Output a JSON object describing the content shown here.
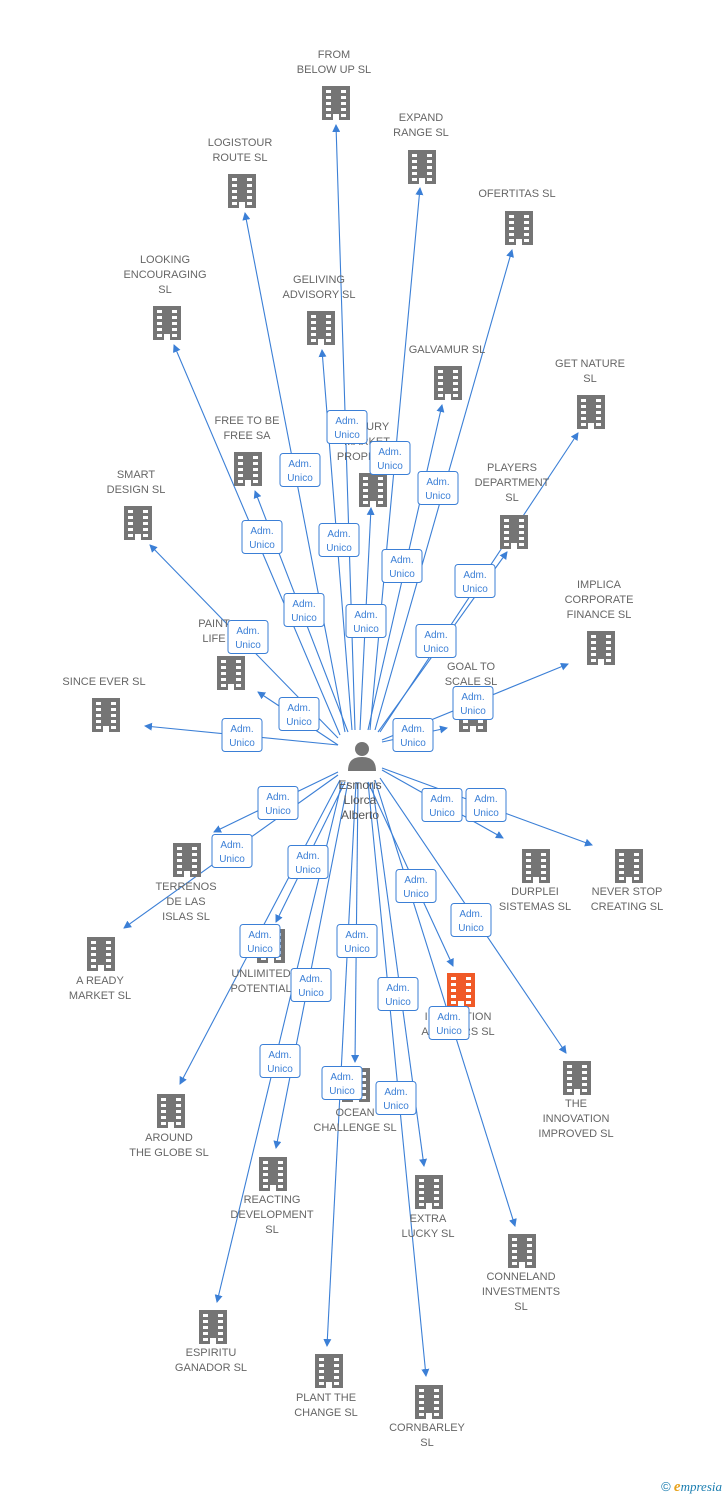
{
  "center": {
    "name_lines": [
      "Esmoris",
      "Llorca",
      "Alberto"
    ],
    "icon": "person-icon"
  },
  "badge_lines": [
    "Adm.",
    "Unico"
  ],
  "colors": {
    "edge": "#3b7fd6",
    "node": "#757575",
    "highlight": "#f05a28",
    "label": "#666666"
  },
  "footer": {
    "copyright": "©",
    "brand_initial": "e",
    "brand_rest": "mpresia"
  },
  "nodes": [
    {
      "id": "from-below-up",
      "lines": [
        "FROM",
        "BELOW UP  SL"
      ]
    },
    {
      "id": "expand-range",
      "lines": [
        "EXPAND",
        "RANGE  SL"
      ]
    },
    {
      "id": "logistour-route",
      "lines": [
        "LOGISTOUR",
        "ROUTE  SL"
      ]
    },
    {
      "id": "ofertitas",
      "lines": [
        "OFERTITAS  SL"
      ]
    },
    {
      "id": "looking-encouraging",
      "lines": [
        "LOOKING",
        "ENCOURAGING",
        "SL"
      ]
    },
    {
      "id": "geliving-advisory",
      "lines": [
        "GELIVING",
        "ADVISORY  SL"
      ]
    },
    {
      "id": "galvamur",
      "lines": [
        "GALVAMUR  SL"
      ]
    },
    {
      "id": "get-nature",
      "lines": [
        "GET NATURE",
        "SL"
      ]
    },
    {
      "id": "free-to-be",
      "lines": [
        "FREE TO BE",
        "FREE SA"
      ]
    },
    {
      "id": "luxury-property",
      "lines": [
        "LUXURY",
        "MARKET",
        "PROPERTY"
      ]
    },
    {
      "id": "players-department",
      "lines": [
        "PLAYERS",
        "DEPARTMENT",
        "SL"
      ]
    },
    {
      "id": "smart-design",
      "lines": [
        "SMART",
        "DESIGN  SL"
      ]
    },
    {
      "id": "implica-corporate",
      "lines": [
        "IMPLICA",
        "CORPORATE",
        "FINANCE  SL"
      ]
    },
    {
      "id": "paint-life",
      "lines": [
        "PAINT",
        "LIFE"
      ]
    },
    {
      "id": "goal-to-scale",
      "lines": [
        "GOAL TO",
        "SCALE  SL"
      ]
    },
    {
      "id": "since-ever",
      "lines": [
        "SINCE EVER  SL"
      ]
    },
    {
      "id": "terrenos-islas",
      "lines": [
        "TERRENOS",
        "DE LAS",
        "ISLAS  SL"
      ]
    },
    {
      "id": "durplei-sistemas",
      "lines": [
        "DURPLEI",
        "SISTEMAS  SL"
      ]
    },
    {
      "id": "never-stop-creating",
      "lines": [
        "NEVER STOP",
        "CREATING  SL"
      ]
    },
    {
      "id": "a-ready-market",
      "lines": [
        "A READY",
        "MARKET  SL"
      ]
    },
    {
      "id": "unlimited-potential",
      "lines": [
        "UNLIMITED",
        "POTENTIAL"
      ]
    },
    {
      "id": "innovation-advisors",
      "lines": [
        "INNOVATION",
        "ADVISORS  SL"
      ]
    },
    {
      "id": "the-innovation-improved",
      "lines": [
        "THE",
        "INNOVATION",
        "IMPROVED  SL"
      ]
    },
    {
      "id": "around-the-globe",
      "lines": [
        "AROUND",
        "THE GLOBE  SL"
      ]
    },
    {
      "id": "ocean-challenge",
      "lines": [
        "OCEAN",
        "CHALLENGE  SL"
      ]
    },
    {
      "id": "reacting-development",
      "lines": [
        "REACTING",
        "DEVELOPMENT",
        "SL"
      ]
    },
    {
      "id": "extra-lucky",
      "lines": [
        "EXTRA",
        "LUCKY  SL"
      ]
    },
    {
      "id": "conneland-investments",
      "lines": [
        "CONNELAND",
        "INVESTMENTS",
        "SL"
      ]
    },
    {
      "id": "espiritu-ganador",
      "lines": [
        "ESPIRITU",
        "GANADOR SL"
      ]
    },
    {
      "id": "plant-the-change",
      "lines": [
        "PLANT THE",
        "CHANGE  SL"
      ]
    },
    {
      "id": "cornbarley",
      "lines": [
        "CORNBARLEY",
        "SL"
      ]
    }
  ]
}
